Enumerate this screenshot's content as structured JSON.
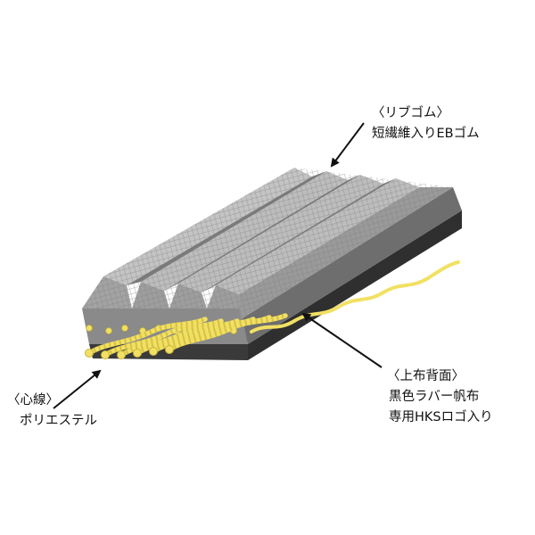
{
  "labels": {
    "rib": {
      "line1": "〈リブゴム〉",
      "line2": "短繊維入りEBゴム"
    },
    "top": {
      "line1": "〈上布背面〉",
      "line2": "黒色ラバー帆布",
      "line3": "専用HKSロゴ入り"
    },
    "cord": {
      "line1": "〈心線〉",
      "line2": "ポリエステル"
    }
  },
  "colors": {
    "rib_light": "#bfbfbf",
    "rib_dark": "#8c8c8c",
    "body_side": "#6e6e6e",
    "body_front": "#8a8a8a",
    "base_dark": "#2f2f2f",
    "cord_yellow": "#f1e063",
    "cord_outline": "#c8b43a"
  }
}
